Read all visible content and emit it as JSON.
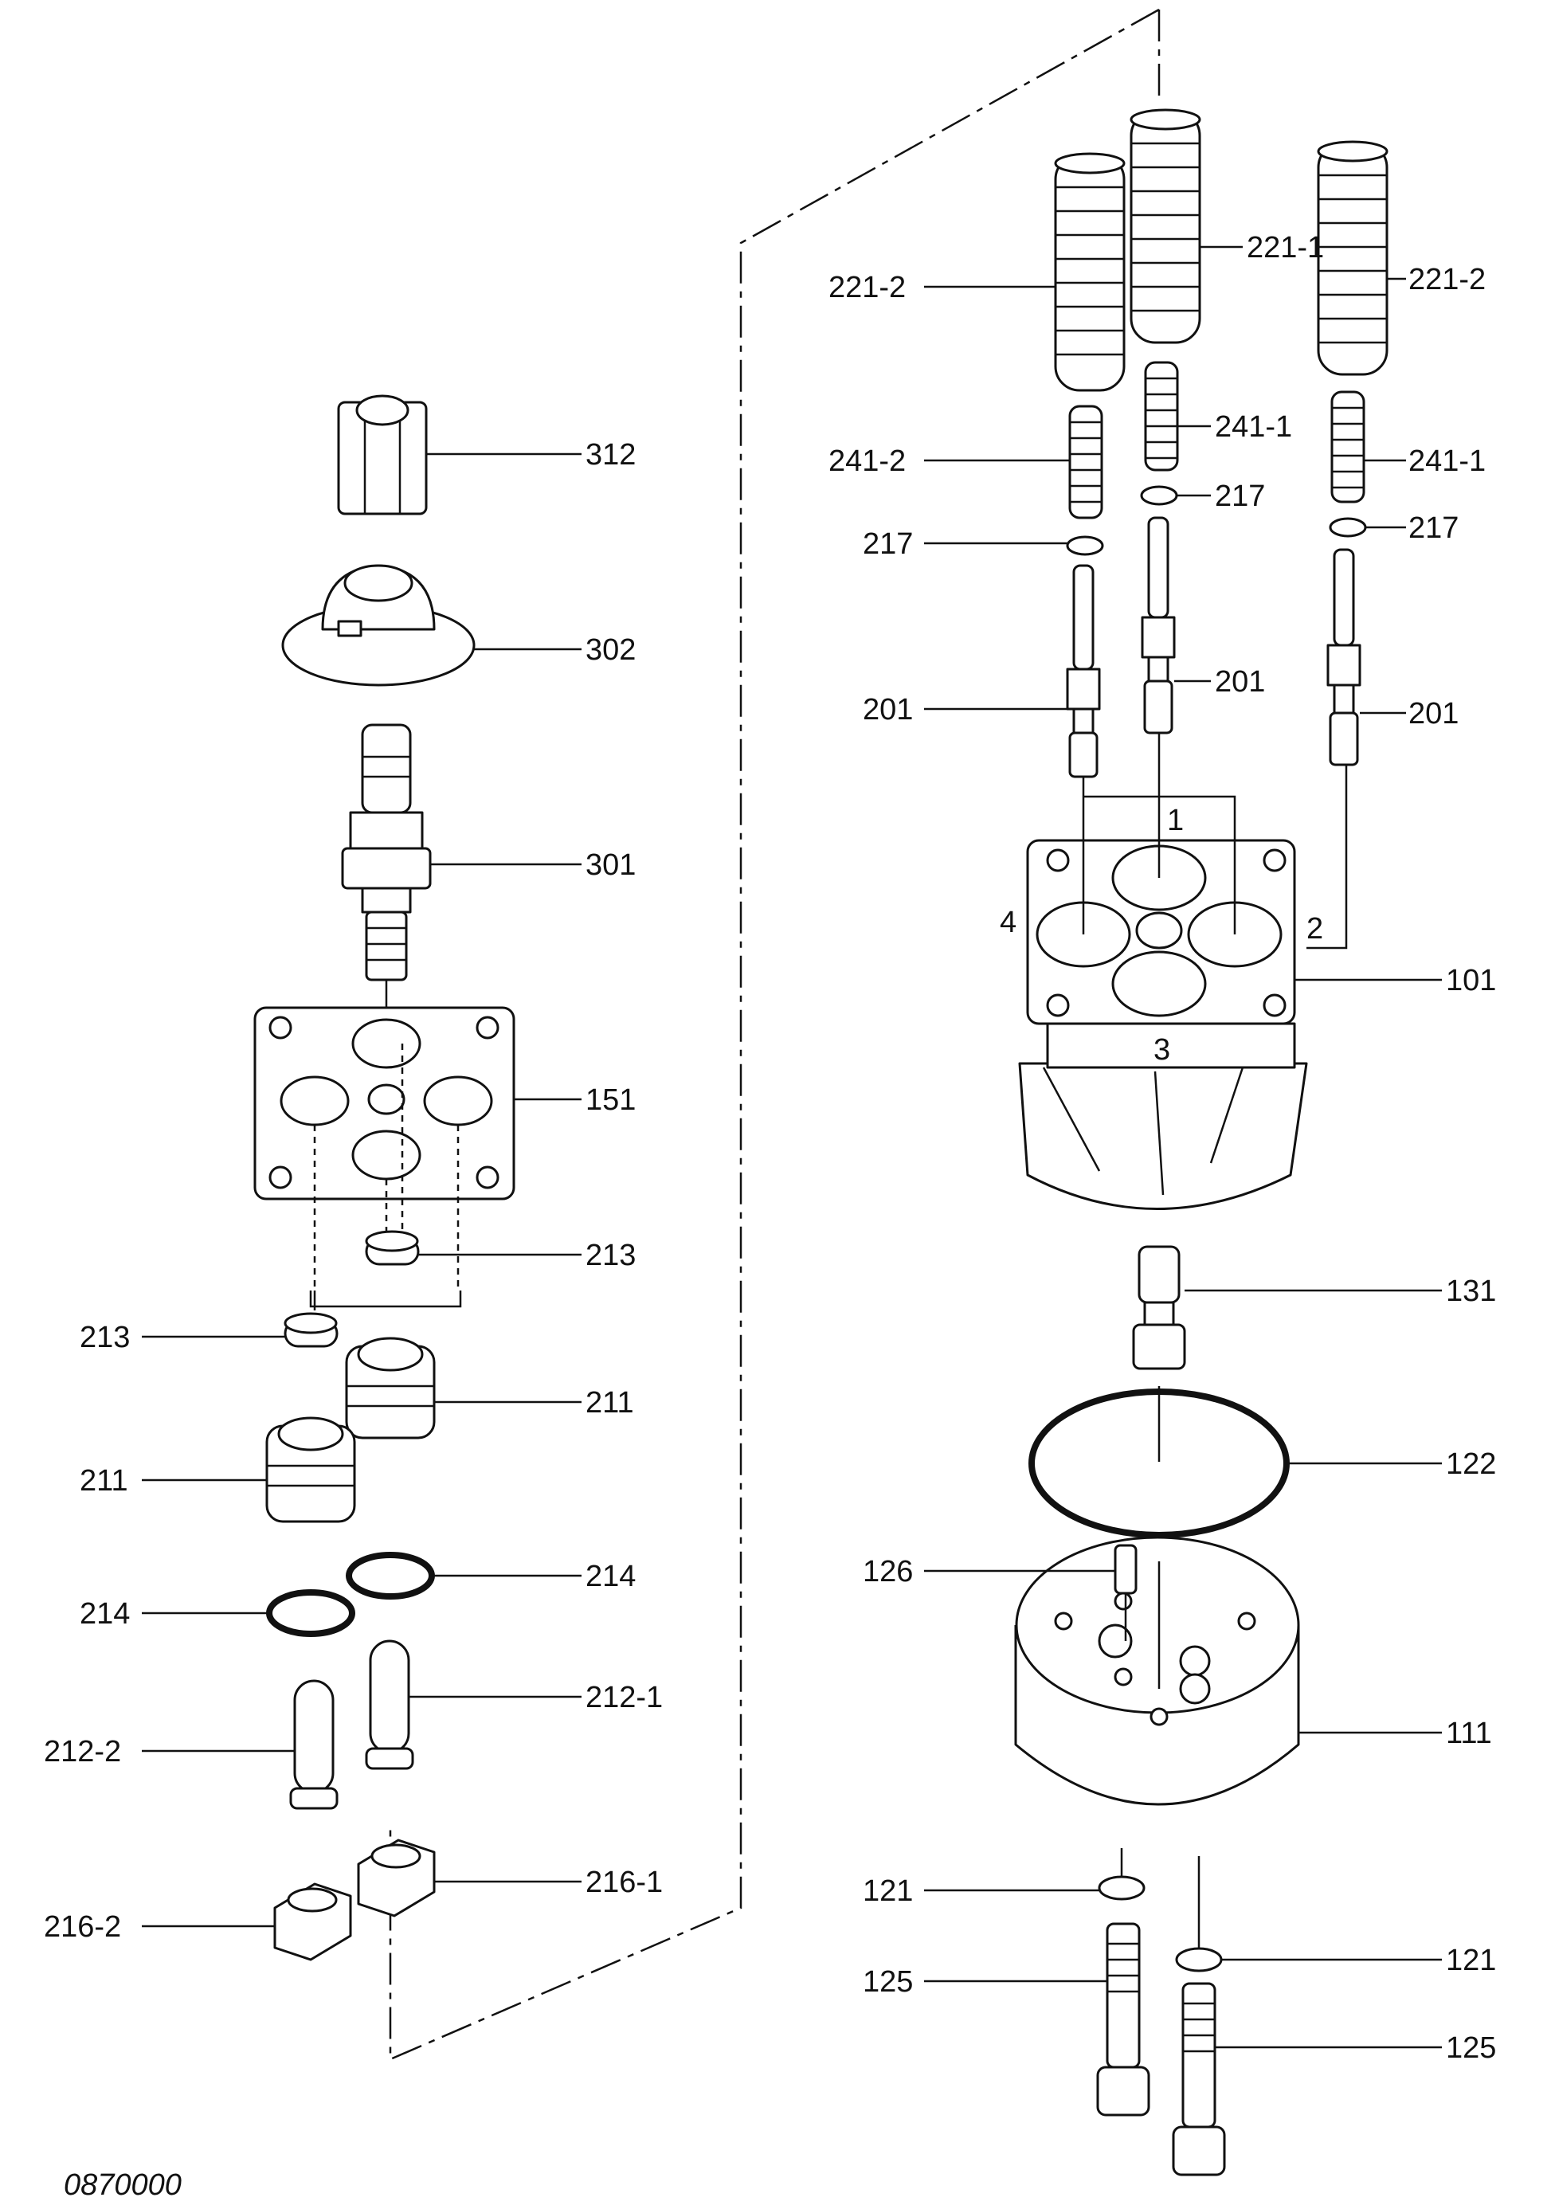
{
  "labels": [
    {
      "text": "221-2"
    },
    {
      "text": "221-1"
    },
    {
      "text": "221-2"
    },
    {
      "text": "241-1"
    },
    {
      "text": "241-2"
    },
    {
      "text": "241-1"
    },
    {
      "text": "217"
    },
    {
      "text": "217"
    },
    {
      "text": "217"
    },
    {
      "text": "201"
    },
    {
      "text": "201"
    },
    {
      "text": "201"
    },
    {
      "text": "312"
    },
    {
      "text": "302"
    },
    {
      "text": "301"
    },
    {
      "text": "151"
    },
    {
      "text": "213"
    },
    {
      "text": "213"
    },
    {
      "text": "211"
    },
    {
      "text": "211"
    },
    {
      "text": "214"
    },
    {
      "text": "214"
    },
    {
      "text": "212-1"
    },
    {
      "text": "212-2"
    },
    {
      "text": "216-1"
    },
    {
      "text": "216-2"
    },
    {
      "text": "101"
    },
    {
      "text": "131"
    },
    {
      "text": "122"
    },
    {
      "text": "126"
    },
    {
      "text": "111"
    },
    {
      "text": "121"
    },
    {
      "text": "121"
    },
    {
      "text": "125"
    },
    {
      "text": "125"
    }
  ],
  "port_numbers": [
    {
      "text": "1"
    },
    {
      "text": "2"
    },
    {
      "text": "3"
    },
    {
      "text": "4"
    }
  ],
  "reference_code": "0870000"
}
